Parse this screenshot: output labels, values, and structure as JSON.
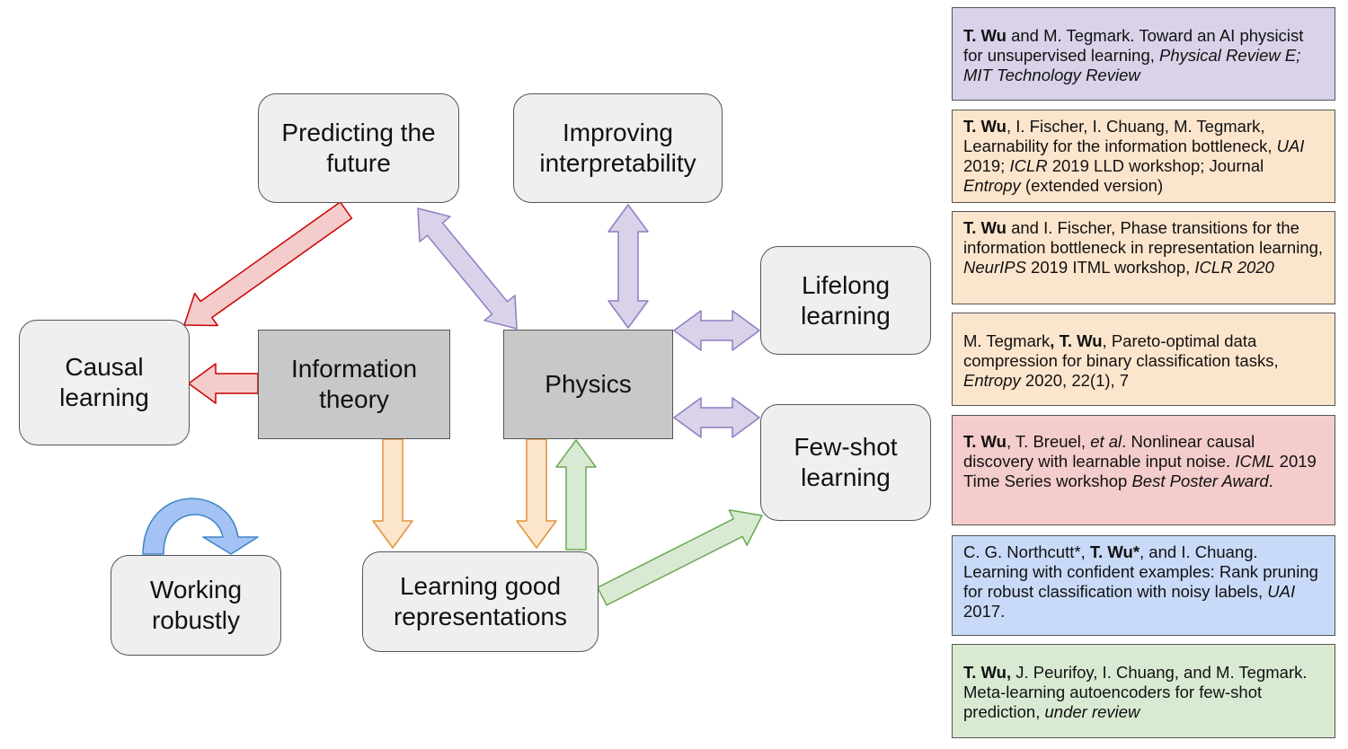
{
  "nodes": {
    "predicting": {
      "lines": [
        "Predicting the",
        "future"
      ]
    },
    "interpretability": {
      "lines": [
        "Improving",
        "interpretability"
      ]
    },
    "lifelong": {
      "lines": [
        "Lifelong",
        "learning"
      ]
    },
    "causal": {
      "lines": [
        "Causal",
        "learning"
      ]
    },
    "information": {
      "lines": [
        "Information",
        "theory"
      ]
    },
    "physics": {
      "lines": [
        "Physics"
      ]
    },
    "fewshot": {
      "lines": [
        "Few-shot",
        "learning"
      ]
    },
    "robust": {
      "lines": [
        "Working",
        "robustly"
      ]
    },
    "representations": {
      "lines": [
        "Learning good",
        "representations"
      ]
    }
  },
  "references": [
    {
      "color": "purple",
      "parts": [
        {
          "t": "T. Wu",
          "s": "b"
        },
        {
          "t": " and M. Tegmark. Toward an AI physicist for unsupervised learning, "
        },
        {
          "t": "Physical Review E; MIT Technology Review",
          "s": "i"
        }
      ]
    },
    {
      "color": "orange",
      "parts": [
        {
          "t": "T. Wu",
          "s": "b"
        },
        {
          "t": ", I. Fischer, I. Chuang, M. Tegmark, Learnability for the information bottleneck, "
        },
        {
          "t": "UAI",
          "s": "i"
        },
        {
          "t": " 2019; "
        },
        {
          "t": "ICLR",
          "s": "i"
        },
        {
          "t": " 2019 LLD workshop; Journal "
        },
        {
          "t": "Entropy",
          "s": "i"
        },
        {
          "t": " (extended version)"
        }
      ]
    },
    {
      "color": "orange",
      "parts": [
        {
          "t": "T. Wu",
          "s": "b"
        },
        {
          "t": " and I. Fischer, Phase transitions for the information bottleneck in representation learning, "
        },
        {
          "t": "NeurIPS",
          "s": "i"
        },
        {
          "t": " 2019 ITML workshop, "
        },
        {
          "t": "ICLR 2020",
          "s": "i"
        }
      ]
    },
    {
      "color": "orange",
      "parts": [
        {
          "t": "M. Tegmark"
        },
        {
          "t": ", T. Wu",
          "s": "b"
        },
        {
          "t": ", Pareto-optimal data compression for binary classification tasks, "
        },
        {
          "t": "Entropy",
          "s": "i"
        },
        {
          "t": " 2020, 22(1), 7"
        }
      ]
    },
    {
      "color": "red",
      "parts": [
        {
          "t": "T. Wu",
          "s": "b"
        },
        {
          "t": ", T. Breuel, "
        },
        {
          "t": "et al",
          "s": "i"
        },
        {
          "t": ". Nonlinear causal discovery with learnable input noise. "
        },
        {
          "t": "ICML",
          "s": "i"
        },
        {
          "t": " 2019 Time Series workshop "
        },
        {
          "t": "Best Poster Award",
          "s": "i"
        },
        {
          "t": "."
        }
      ]
    },
    {
      "color": "blue",
      "parts": [
        {
          "t": "C. G. Northcutt*, "
        },
        {
          "t": "T. Wu*",
          "s": "b"
        },
        {
          "t": ", and I. Chuang. Learning with confident examples: Rank pruning for robust classification with noisy labels, "
        },
        {
          "t": "UAI",
          "s": "i"
        },
        {
          "t": " 2017."
        }
      ]
    },
    {
      "color": "green",
      "parts": [
        {
          "t": "T. Wu,",
          "s": "b"
        },
        {
          "t": " J. Peurifoy, I. Chuang, and M. Tegmark. Meta-learning autoencoders for few-shot prediction, "
        },
        {
          "t": "under review",
          "s": "i"
        }
      ]
    }
  ],
  "colors": {
    "purple_fill": "#d9d2e9",
    "purple_stroke": "#8e7cc3",
    "orange_fill": "#fce5cd",
    "orange_stroke": "#e69138",
    "red_fill": "#f4cccc",
    "red_stroke": "#cc0000",
    "green_fill": "#d9ead3",
    "green_stroke": "#6aa84f",
    "blue_fill": "#a4c2f4",
    "blue_stroke": "#3d85c6"
  }
}
